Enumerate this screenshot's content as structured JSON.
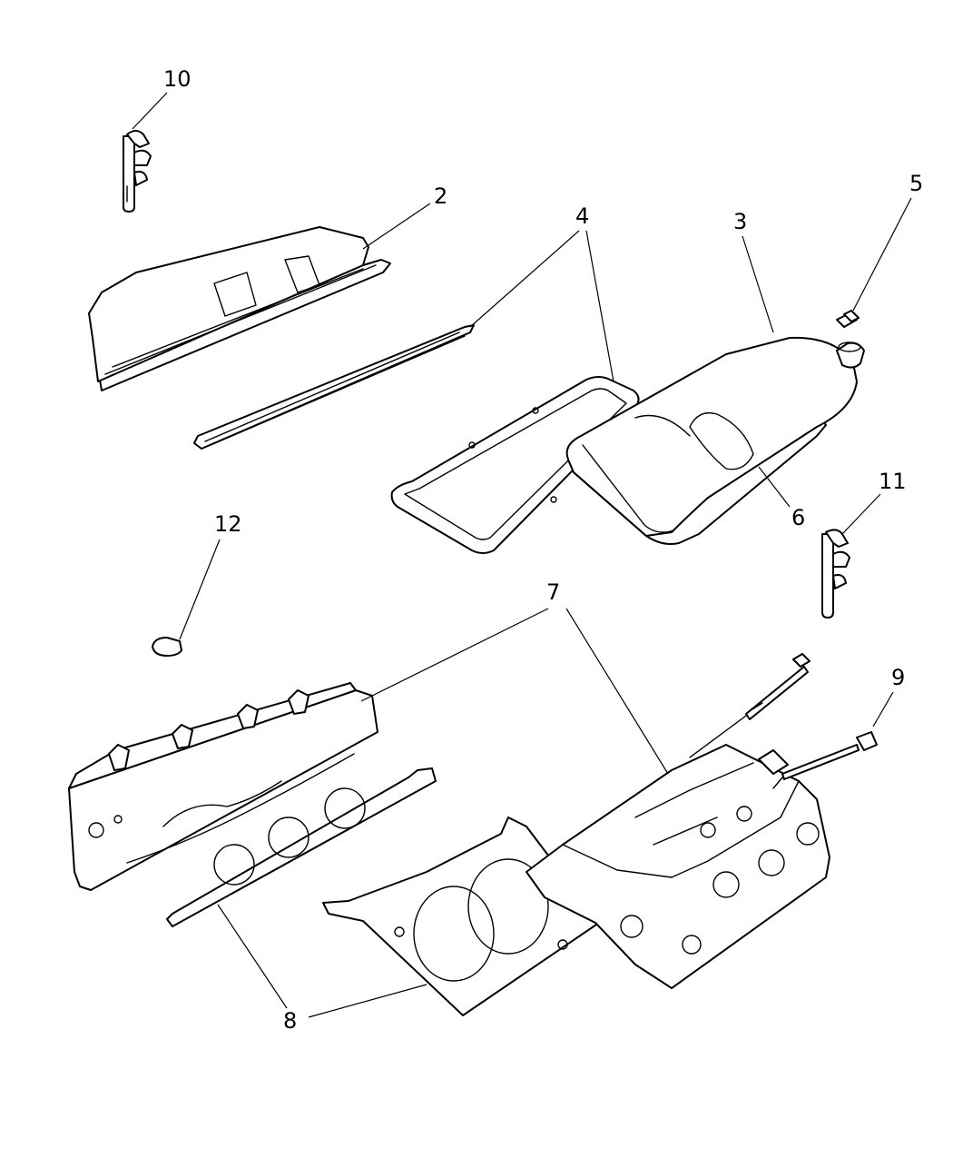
{
  "callouts": [
    {
      "id": "10",
      "label": "10"
    },
    {
      "id": "2",
      "label": "2"
    },
    {
      "id": "4",
      "label": "4"
    },
    {
      "id": "3",
      "label": "3"
    },
    {
      "id": "5",
      "label": "5"
    },
    {
      "id": "11",
      "label": "11"
    },
    {
      "id": "6",
      "label": "6"
    },
    {
      "id": "12",
      "label": "12"
    },
    {
      "id": "7",
      "label": "7"
    },
    {
      "id": "9",
      "label": "9"
    },
    {
      "id": "8",
      "label": "8"
    }
  ]
}
